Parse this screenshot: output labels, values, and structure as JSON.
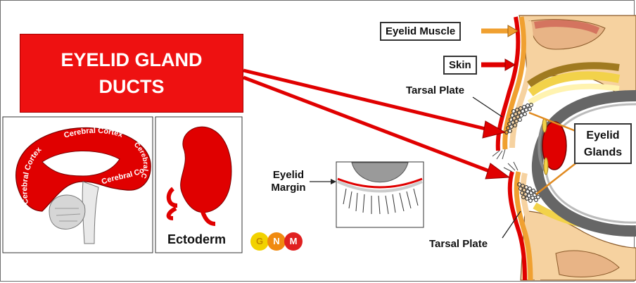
{
  "title": "EYELID GLAND DUCTS",
  "brain_panel": {
    "labels": [
      "Cerebral Cortex",
      "Cerebral Cortex",
      "Cerebral Cortex",
      "Cerebral Cortex"
    ]
  },
  "ectoderm_panel": {
    "label": "Ectoderm"
  },
  "inset": {
    "label": "Eyelid Margin"
  },
  "logo": {
    "letters": [
      "G",
      "N",
      "M"
    ]
  },
  "anatomy_labels": {
    "eyelid_muscle": "Eyelid Muscle",
    "skin": "Skin",
    "tarsal_plate_top": "Tarsal Plate",
    "eyelid_glands": "Eyelid Glands",
    "tarsal_plate_bottom": "Tarsal Plate"
  },
  "colors": {
    "red": "#ee1111",
    "orange": "#f0a030",
    "bone": "#f6d2a0"
  }
}
